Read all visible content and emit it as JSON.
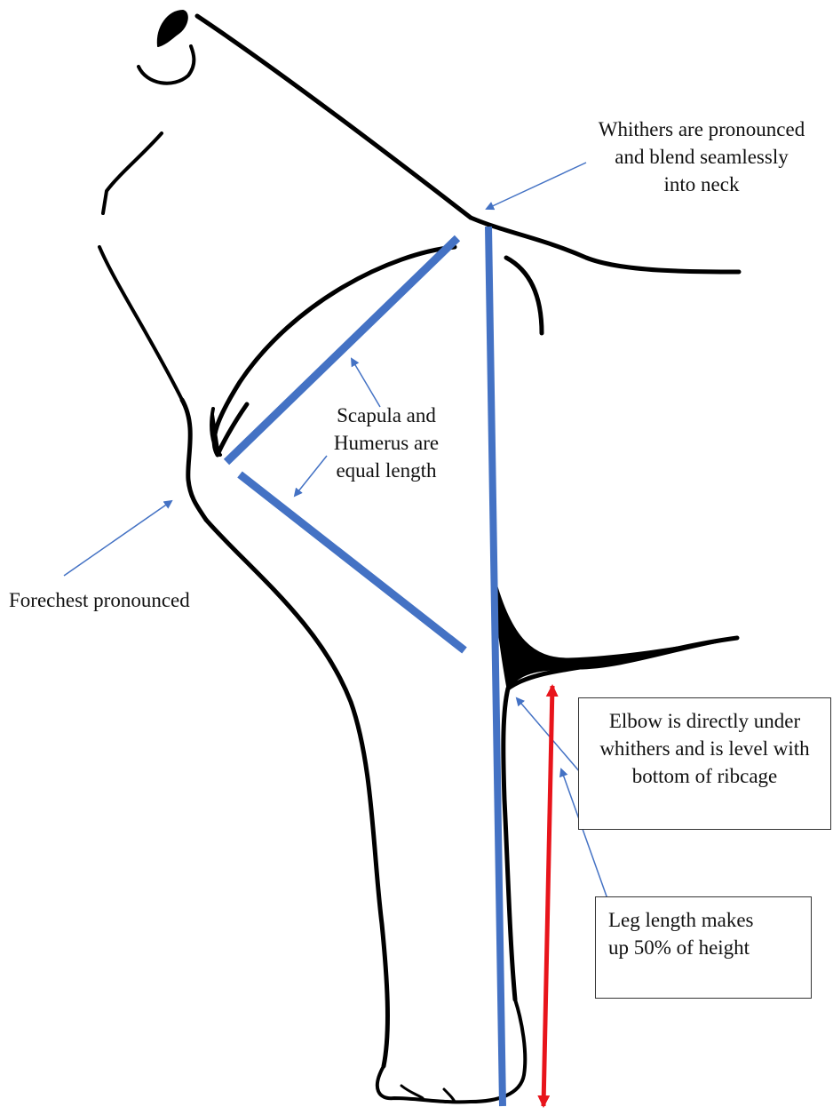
{
  "colors": {
    "outline": "#000000",
    "structure_line": "#4472C4",
    "annotation_arrow": "#4472C4",
    "height_arrow": "#E8141B",
    "box_border": "#333333"
  },
  "labels": {
    "withers": [
      "Whithers are pronounced",
      "and blend seamlessly",
      "into neck"
    ],
    "scapula": [
      "Scapula and",
      "Humerus are",
      "equal length"
    ],
    "forechest": "Forechest pronounced",
    "elbow": [
      "Elbow is directly under",
      "whithers and is level with",
      "bottom of ribcage"
    ],
    "leg_length": [
      "Leg length makes",
      "up 50% of height"
    ]
  }
}
